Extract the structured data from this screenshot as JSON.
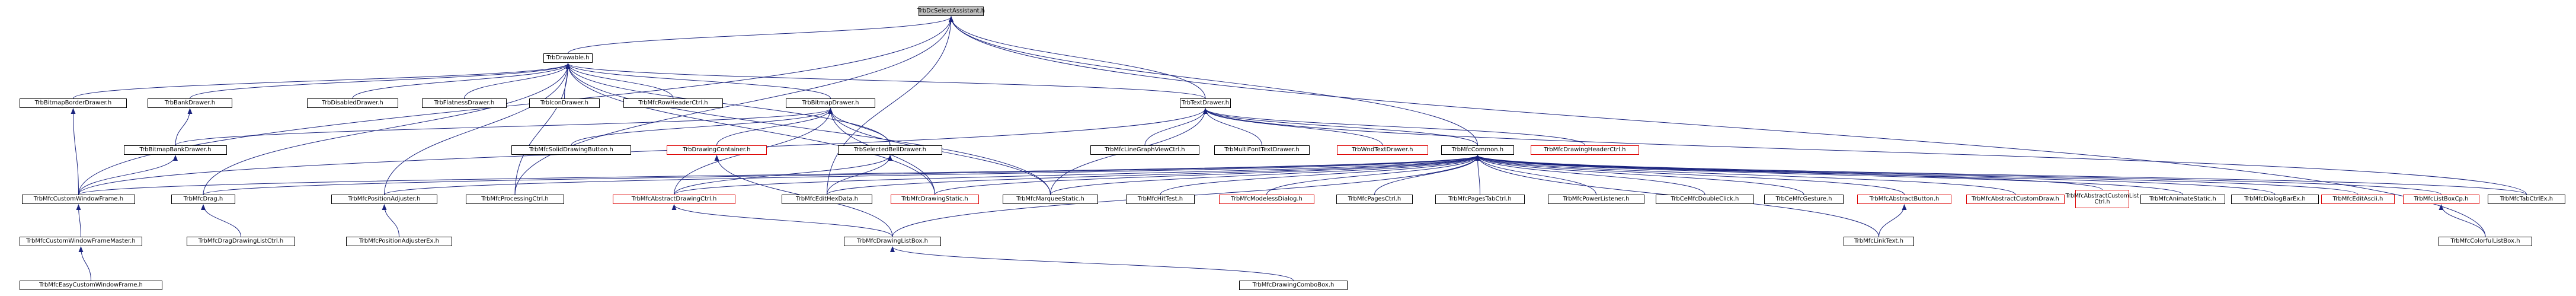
{
  "nodes": [
    {
      "id": "root",
      "label": "TrbDcSelectAssistant.h",
      "kind": "root"
    },
    {
      "id": "drawable",
      "label": "TrbDrawable.h"
    },
    {
      "id": "textdrawer",
      "label": "TrbTextDrawer.h"
    },
    {
      "id": "bitmapborder",
      "label": "TrbBitmapBorderDrawer.h"
    },
    {
      "id": "bankdrawer",
      "label": "TrbBankDrawer.h"
    },
    {
      "id": "bitmapbank",
      "label": "TrbBitmapBankDrawer.h"
    },
    {
      "id": "disabled",
      "label": "TrbDisabledDrawer.h"
    },
    {
      "id": "flatness",
      "label": "TrbFlatnessDrawer.h"
    },
    {
      "id": "icondrawer",
      "label": "TrbIconDrawer.h"
    },
    {
      "id": "rowheader",
      "label": "TrbMfcRowHeaderCtrl.h"
    },
    {
      "id": "bitmapdrawer",
      "label": "TrbBitmapDrawer.h"
    },
    {
      "id": "solidbutton",
      "label": "TrbMfcSolidDrawingButton.h"
    },
    {
      "id": "drawingcontainer",
      "label": "TrbDrawingContainer.h",
      "kind": "red"
    },
    {
      "id": "selectedbell",
      "label": "TrbSelectedBellDrawer.h"
    },
    {
      "id": "linegraph",
      "label": "TrbMfcLineGraphViewCtrl.h"
    },
    {
      "id": "multifont",
      "label": "TrbMultiFontTextDrawer.h"
    },
    {
      "id": "wndtext",
      "label": "TrbWndTextDrawer.h",
      "kind": "red"
    },
    {
      "id": "mfccommon",
      "label": "TrbMfcCommon.h"
    },
    {
      "id": "drawingheader",
      "label": "TrbMfcDrawingHeaderCtrl.h",
      "kind": "red"
    },
    {
      "id": "customframe",
      "label": "TrbMfcCustomWindowFrame.h"
    },
    {
      "id": "drag",
      "label": "TrbMfcDrag.h"
    },
    {
      "id": "posadjust",
      "label": "TrbMfcPositionAdjuster.h"
    },
    {
      "id": "processing",
      "label": "TrbMfcProcessingCtrl.h"
    },
    {
      "id": "abstractdrawing",
      "label": "TrbMfcAbstractDrawingCtrl.h",
      "kind": "red"
    },
    {
      "id": "edithexdata",
      "label": "TrbMfcEditHexData.h"
    },
    {
      "id": "drawingstatic",
      "label": "TrbMfcDrawingStatic.h",
      "kind": "red"
    },
    {
      "id": "marquee",
      "label": "TrbMfcMarqueeStatic.h"
    },
    {
      "id": "hittest",
      "label": "TrbMfcHitTest.h"
    },
    {
      "id": "modeless",
      "label": "TrbMfcModelessDialog.h",
      "kind": "red"
    },
    {
      "id": "pagesctrl",
      "label": "TrbMfcPagesCtrl.h"
    },
    {
      "id": "pagestabctrl",
      "label": "TrbMfcPagesTabCtrl.h"
    },
    {
      "id": "powerlistener",
      "label": "TrbMfcPowerListener.h"
    },
    {
      "id": "dblclick",
      "label": "TrbCeMfcDoubleClick.h"
    },
    {
      "id": "gesture",
      "label": "TrbCeMfcGesture.h"
    },
    {
      "id": "abstractbutton",
      "label": "TrbMfcAbstractButton.h",
      "kind": "red"
    },
    {
      "id": "abstractcustomdraw",
      "label": "TrbMfcAbstractCustomDraw.h",
      "kind": "red"
    },
    {
      "id": "abstractcustomlist",
      "label": "TrbMfcAbstractCustomList Ctrl.h",
      "kind": "red-wrap"
    },
    {
      "id": "animatestatic",
      "label": "TrbMfcAnimateStatic.h"
    },
    {
      "id": "dialogbarex",
      "label": "TrbMfcDialogBarEx.h"
    },
    {
      "id": "editascii",
      "label": "TrbMfcEditAscii.h",
      "kind": "red"
    },
    {
      "id": "listboxcp",
      "label": "TrbMfcListBoxCp.h",
      "kind": "red"
    },
    {
      "id": "tabctrlex",
      "label": "TrbMfcTabCtrlEx.h"
    },
    {
      "id": "frameminster",
      "label": "TrbMfcCustomWindowFrameMaster.h"
    },
    {
      "id": "dragdrawinglist",
      "label": "TrbMfcDragDrawingListCtrl.h"
    },
    {
      "id": "posadjustex",
      "label": "TrbMfcPositionAdjusterEx.h"
    },
    {
      "id": "drawinglistbox",
      "label": "TrbMfcDrawingListBox.h"
    },
    {
      "id": "linktext",
      "label": "TrbMfcLinkText.h"
    },
    {
      "id": "colorfullist",
      "label": "TrbMfcColorfulListBox.h"
    },
    {
      "id": "easyframe",
      "label": "TrbMfcEasyCustomWindowFrame.h"
    },
    {
      "id": "combobox",
      "label": "TrbMfcDrawingComboBox.h"
    }
  ],
  "edges": [
    [
      "drawable",
      "root"
    ],
    [
      "textdrawer",
      "root"
    ],
    [
      "customframe",
      "root"
    ],
    [
      "processing",
      "root"
    ],
    [
      "edithexdata",
      "root"
    ],
    [
      "colorfullist",
      "root"
    ],
    [
      "mfccommon",
      "root"
    ],
    [
      "bitmapborder",
      "drawable"
    ],
    [
      "bankdrawer",
      "drawable"
    ],
    [
      "disabled",
      "drawable"
    ],
    [
      "flatness",
      "drawable"
    ],
    [
      "icondrawer",
      "drawable"
    ],
    [
      "rowheader",
      "drawable"
    ],
    [
      "bitmapdrawer",
      "drawable"
    ],
    [
      "textdrawer",
      "drawable"
    ],
    [
      "drag",
      "drawable"
    ],
    [
      "posadjust",
      "drawable"
    ],
    [
      "processing",
      "drawable"
    ],
    [
      "selectedbell",
      "drawable"
    ],
    [
      "drawingstatic",
      "drawable"
    ],
    [
      "marquee",
      "drawable"
    ],
    [
      "customframe",
      "bitmapborder"
    ],
    [
      "bitmapbank",
      "bankdrawer"
    ],
    [
      "customframe",
      "bitmapbank"
    ],
    [
      "bitmapbank",
      "bitmapdrawer"
    ],
    [
      "solidbutton",
      "bitmapdrawer"
    ],
    [
      "drawingcontainer",
      "bitmapdrawer"
    ],
    [
      "abstractdrawing",
      "bitmapdrawer"
    ],
    [
      "marquee",
      "bitmapdrawer"
    ],
    [
      "drawingstatic",
      "bitmapdrawer"
    ],
    [
      "selectedbell",
      "bitmapdrawer"
    ],
    [
      "edithexdata",
      "selectedbell"
    ],
    [
      "abstractdrawing",
      "selectedbell"
    ],
    [
      "drawinglistbox",
      "drawingcontainer"
    ],
    [
      "linegraph",
      "textdrawer"
    ],
    [
      "multifont",
      "textdrawer"
    ],
    [
      "wndtext",
      "textdrawer"
    ],
    [
      "mfccommon",
      "textdrawer"
    ],
    [
      "drawingheader",
      "textdrawer"
    ],
    [
      "tabctrlex",
      "textdrawer"
    ],
    [
      "marquee",
      "textdrawer"
    ],
    [
      "customframe",
      "textdrawer"
    ],
    [
      "customframe",
      "mfccommon"
    ],
    [
      "drag",
      "mfccommon"
    ],
    [
      "posadjust",
      "mfccommon"
    ],
    [
      "abstractdrawing",
      "mfccommon"
    ],
    [
      "edithexdata",
      "mfccommon"
    ],
    [
      "drawingstatic",
      "mfccommon"
    ],
    [
      "marquee",
      "mfccommon"
    ],
    [
      "hittest",
      "mfccommon"
    ],
    [
      "modeless",
      "mfccommon"
    ],
    [
      "pagesctrl",
      "mfccommon"
    ],
    [
      "pagestabctrl",
      "mfccommon"
    ],
    [
      "powerlistener",
      "mfccommon"
    ],
    [
      "dblclick",
      "mfccommon"
    ],
    [
      "gesture",
      "mfccommon"
    ],
    [
      "abstractbutton",
      "mfccommon"
    ],
    [
      "abstractcustomdraw",
      "mfccommon"
    ],
    [
      "abstractcustomlist",
      "mfccommon"
    ],
    [
      "animatestatic",
      "mfccommon"
    ],
    [
      "dialogbarex",
      "mfccommon"
    ],
    [
      "editascii",
      "mfccommon"
    ],
    [
      "listboxcp",
      "mfccommon"
    ],
    [
      "tabctrlex",
      "mfccommon"
    ],
    [
      "linktext",
      "mfccommon"
    ],
    [
      "drawinglistbox",
      "mfccommon"
    ],
    [
      "frameminster",
      "customframe"
    ],
    [
      "dragdrawinglist",
      "drag"
    ],
    [
      "posadjustex",
      "posadjust"
    ],
    [
      "drawinglistbox",
      "abstractdrawing"
    ],
    [
      "linktext",
      "abstractbutton"
    ],
    [
      "colorfullist",
      "listboxcp"
    ],
    [
      "easyframe",
      "frameminster"
    ],
    [
      "combobox",
      "drawinglistbox"
    ]
  ]
}
